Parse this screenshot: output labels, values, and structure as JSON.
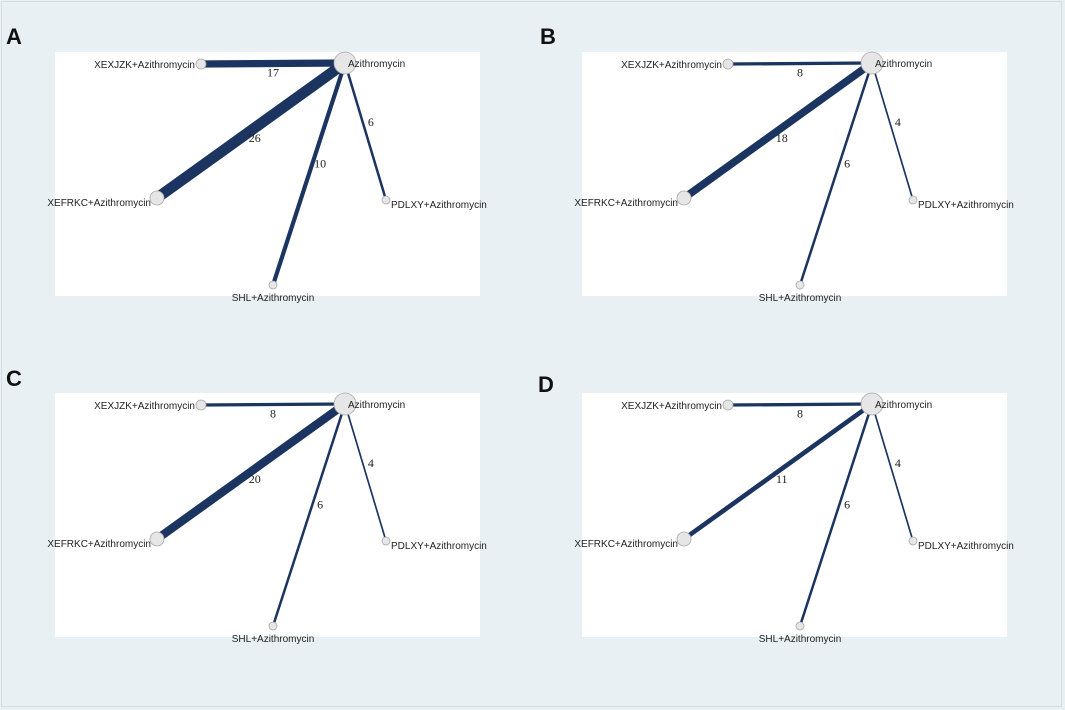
{
  "panels": [
    {
      "letter": "A",
      "nodes": [
        {
          "id": "azi",
          "label": "Azithromycin"
        },
        {
          "id": "xexjzk",
          "label": "XEXJZK+Azithromycin"
        },
        {
          "id": "xefrkc",
          "label": "XEFRKC+Azithromycin"
        },
        {
          "id": "shl",
          "label": "SHL+Azithromycin"
        },
        {
          "id": "pdlxy",
          "label": "PDLXY+Azithromycin"
        }
      ],
      "edges": [
        {
          "from": "azi",
          "to": "xexjzk",
          "studies": 17
        },
        {
          "from": "azi",
          "to": "xefrkc",
          "studies": 26
        },
        {
          "from": "azi",
          "to": "shl",
          "studies": 10
        },
        {
          "from": "azi",
          "to": "pdlxy",
          "studies": 6
        }
      ]
    },
    {
      "letter": "B",
      "nodes": [
        {
          "id": "azi",
          "label": "Azithromycin"
        },
        {
          "id": "xexjzk",
          "label": "XEXJZK+Azithromycin"
        },
        {
          "id": "xefrkc",
          "label": "XEFRKC+Azithromycin"
        },
        {
          "id": "shl",
          "label": "SHL+Azithromycin"
        },
        {
          "id": "pdlxy",
          "label": "PDLXY+Azithromycin"
        }
      ],
      "edges": [
        {
          "from": "azi",
          "to": "xexjzk",
          "studies": 8
        },
        {
          "from": "azi",
          "to": "xefrkc",
          "studies": 18
        },
        {
          "from": "azi",
          "to": "shl",
          "studies": 6
        },
        {
          "from": "azi",
          "to": "pdlxy",
          "studies": 4
        }
      ]
    },
    {
      "letter": "C",
      "nodes": [
        {
          "id": "azi",
          "label": "Azithromycin"
        },
        {
          "id": "xexjzk",
          "label": "XEXJZK+Azithromycin"
        },
        {
          "id": "xefrkc",
          "label": "XEFRKC+Azithromycin"
        },
        {
          "id": "shl",
          "label": "SHL+Azithromycin"
        },
        {
          "id": "pdlxy",
          "label": "PDLXY+Azithromycin"
        }
      ],
      "edges": [
        {
          "from": "azi",
          "to": "xexjzk",
          "studies": 8
        },
        {
          "from": "azi",
          "to": "xefrkc",
          "studies": 20
        },
        {
          "from": "azi",
          "to": "shl",
          "studies": 6
        },
        {
          "from": "azi",
          "to": "pdlxy",
          "studies": 4
        }
      ]
    },
    {
      "letter": "D",
      "nodes": [
        {
          "id": "azi",
          "label": "Azithromycin"
        },
        {
          "id": "xexjzk",
          "label": "XEXJZK+Azithromycin"
        },
        {
          "id": "xefrkc",
          "label": "XEFRKC+Azithromycin"
        },
        {
          "id": "shl",
          "label": "SHL+Azithromycin"
        },
        {
          "id": "pdlxy",
          "label": "PDLXY+Azithromycin"
        }
      ],
      "edges": [
        {
          "from": "azi",
          "to": "xexjzk",
          "studies": 8
        },
        {
          "from": "azi",
          "to": "xefrkc",
          "studies": 11
        },
        {
          "from": "azi",
          "to": "shl",
          "studies": 6
        },
        {
          "from": "azi",
          "to": "pdlxy",
          "studies": 4
        }
      ]
    }
  ],
  "colors": {
    "edge": "#1b3560",
    "node_fill": "#e6e6e6",
    "node_stroke": "#a9a9a9",
    "plot_bg": "#ffffff",
    "page_bg": "#e9f0f4"
  }
}
